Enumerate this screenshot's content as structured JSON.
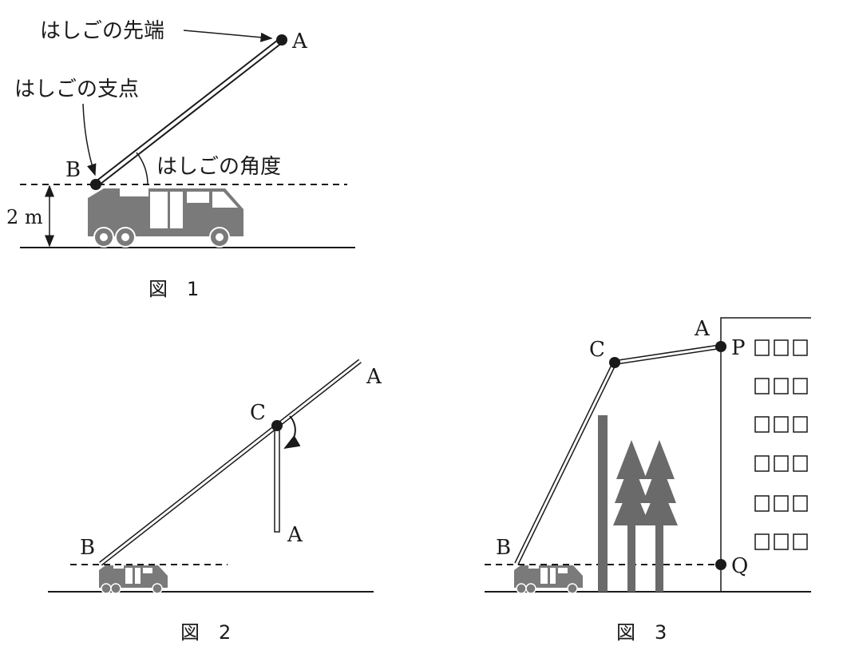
{
  "figure1": {
    "caption": "図　1",
    "label_tip": "はしごの先端",
    "label_pivot": "はしごの支点",
    "label_angle": "はしごの角度",
    "point_a": "A",
    "point_b": "B",
    "height_label": "2 m"
  },
  "figure2": {
    "caption": "図　2",
    "point_a_upper": "A",
    "point_a_lower": "A",
    "point_b": "B",
    "point_c": "C"
  },
  "figure3": {
    "caption": "図　3",
    "point_a": "A",
    "point_b": "B",
    "point_c": "C",
    "point_p": "P",
    "point_q": "Q"
  },
  "colors": {
    "ink": "#1a1a1a",
    "truck": "#7a7a7a",
    "tree": "#6a6a6a"
  }
}
